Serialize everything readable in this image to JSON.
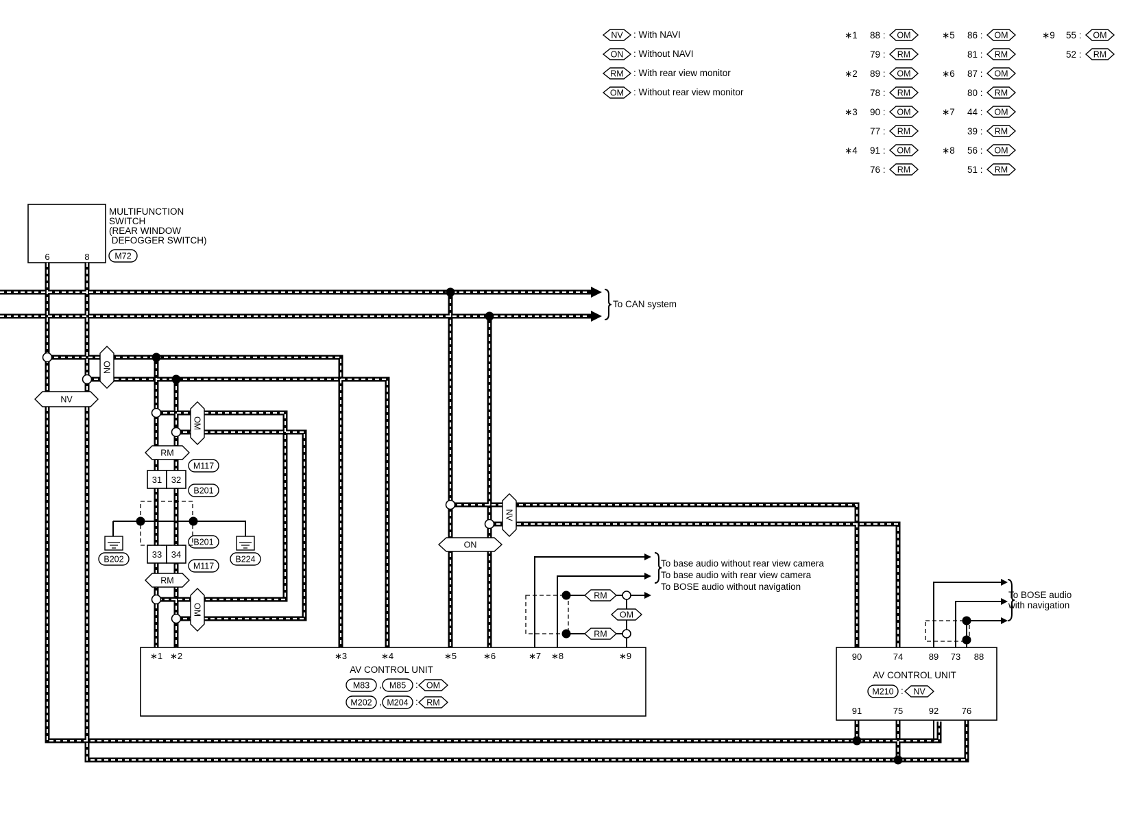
{
  "legend": {
    "items": [
      {
        "code": "NV",
        "desc": ": With NAVI"
      },
      {
        "code": "ON",
        "desc": ": Without NAVI"
      },
      {
        "code": "RM",
        "desc": ": With rear view monitor"
      },
      {
        "code": "OM",
        "desc": ": Without rear view monitor"
      }
    ]
  },
  "footnotes": [
    {
      "mark": "∗1",
      "rows": [
        {
          "pin": "88 :",
          "code": "OM"
        },
        {
          "pin": "79 :",
          "code": "RM"
        }
      ]
    },
    {
      "mark": "∗2",
      "rows": [
        {
          "pin": "89 :",
          "code": "OM"
        },
        {
          "pin": "78 :",
          "code": "RM"
        }
      ]
    },
    {
      "mark": "∗3",
      "rows": [
        {
          "pin": "90 :",
          "code": "OM"
        },
        {
          "pin": "77 :",
          "code": "RM"
        }
      ]
    },
    {
      "mark": "∗4",
      "rows": [
        {
          "pin": "91 :",
          "code": "OM"
        },
        {
          "pin": "76 :",
          "code": "RM"
        }
      ]
    },
    {
      "mark": "∗5",
      "rows": [
        {
          "pin": "86 :",
          "code": "OM"
        },
        {
          "pin": "81 :",
          "code": "RM"
        }
      ]
    },
    {
      "mark": "∗6",
      "rows": [
        {
          "pin": "87 :",
          "code": "OM"
        },
        {
          "pin": "80 :",
          "code": "RM"
        }
      ]
    },
    {
      "mark": "∗7",
      "rows": [
        {
          "pin": "44 :",
          "code": "OM"
        },
        {
          "pin": "39 :",
          "code": "RM"
        }
      ]
    },
    {
      "mark": "∗8",
      "rows": [
        {
          "pin": "56 :",
          "code": "OM"
        },
        {
          "pin": "51 :",
          "code": "RM"
        }
      ]
    },
    {
      "mark": "∗9",
      "rows": [
        {
          "pin": "55 :",
          "code": "OM"
        },
        {
          "pin": "52 :",
          "code": "RM"
        }
      ]
    }
  ],
  "switch": {
    "lines": [
      "MULTIFUNCTION",
      "SWITCH",
      "(REAR WINDOW",
      " DEFOGGER SWITCH)"
    ],
    "connector": "M72",
    "pins": [
      "6",
      "8"
    ]
  },
  "can_label": "To CAN system",
  "tags": {
    "nv": "NV",
    "on": "ON",
    "om": "OM",
    "rm": "RM"
  },
  "joint": {
    "connectors": [
      "M117",
      "B201",
      "B201",
      "M117"
    ],
    "pins_top": [
      "31",
      "32"
    ],
    "pins_bottom": [
      "33",
      "34"
    ],
    "grounds": [
      "B202",
      "B224"
    ]
  },
  "base_audio_labels": [
    "To base audio without rear view camera",
    "To base audio with rear view camera",
    "To BOSE audio without navigation"
  ],
  "bose_label": [
    "To BOSE audio",
    "with navigation"
  ],
  "av1": {
    "title": "AV CONTROL UNIT",
    "pins": [
      "∗1",
      "∗2",
      "∗3",
      "∗4",
      "∗5",
      "∗6",
      "∗7",
      "∗8",
      "∗9"
    ],
    "conn_row1": [
      "M83",
      ",",
      "M85",
      ":",
      "OM"
    ],
    "conn_row2": [
      "M202",
      ",",
      "M204",
      ":",
      "RM"
    ]
  },
  "av2": {
    "title": "AV CONTROL UNIT",
    "connector": "M210",
    "code": "NV",
    "colon": ":",
    "pins_top": [
      "90",
      "74",
      "89",
      "73",
      "88"
    ],
    "pins_bottom": [
      "91",
      "75",
      "92",
      "76"
    ]
  }
}
